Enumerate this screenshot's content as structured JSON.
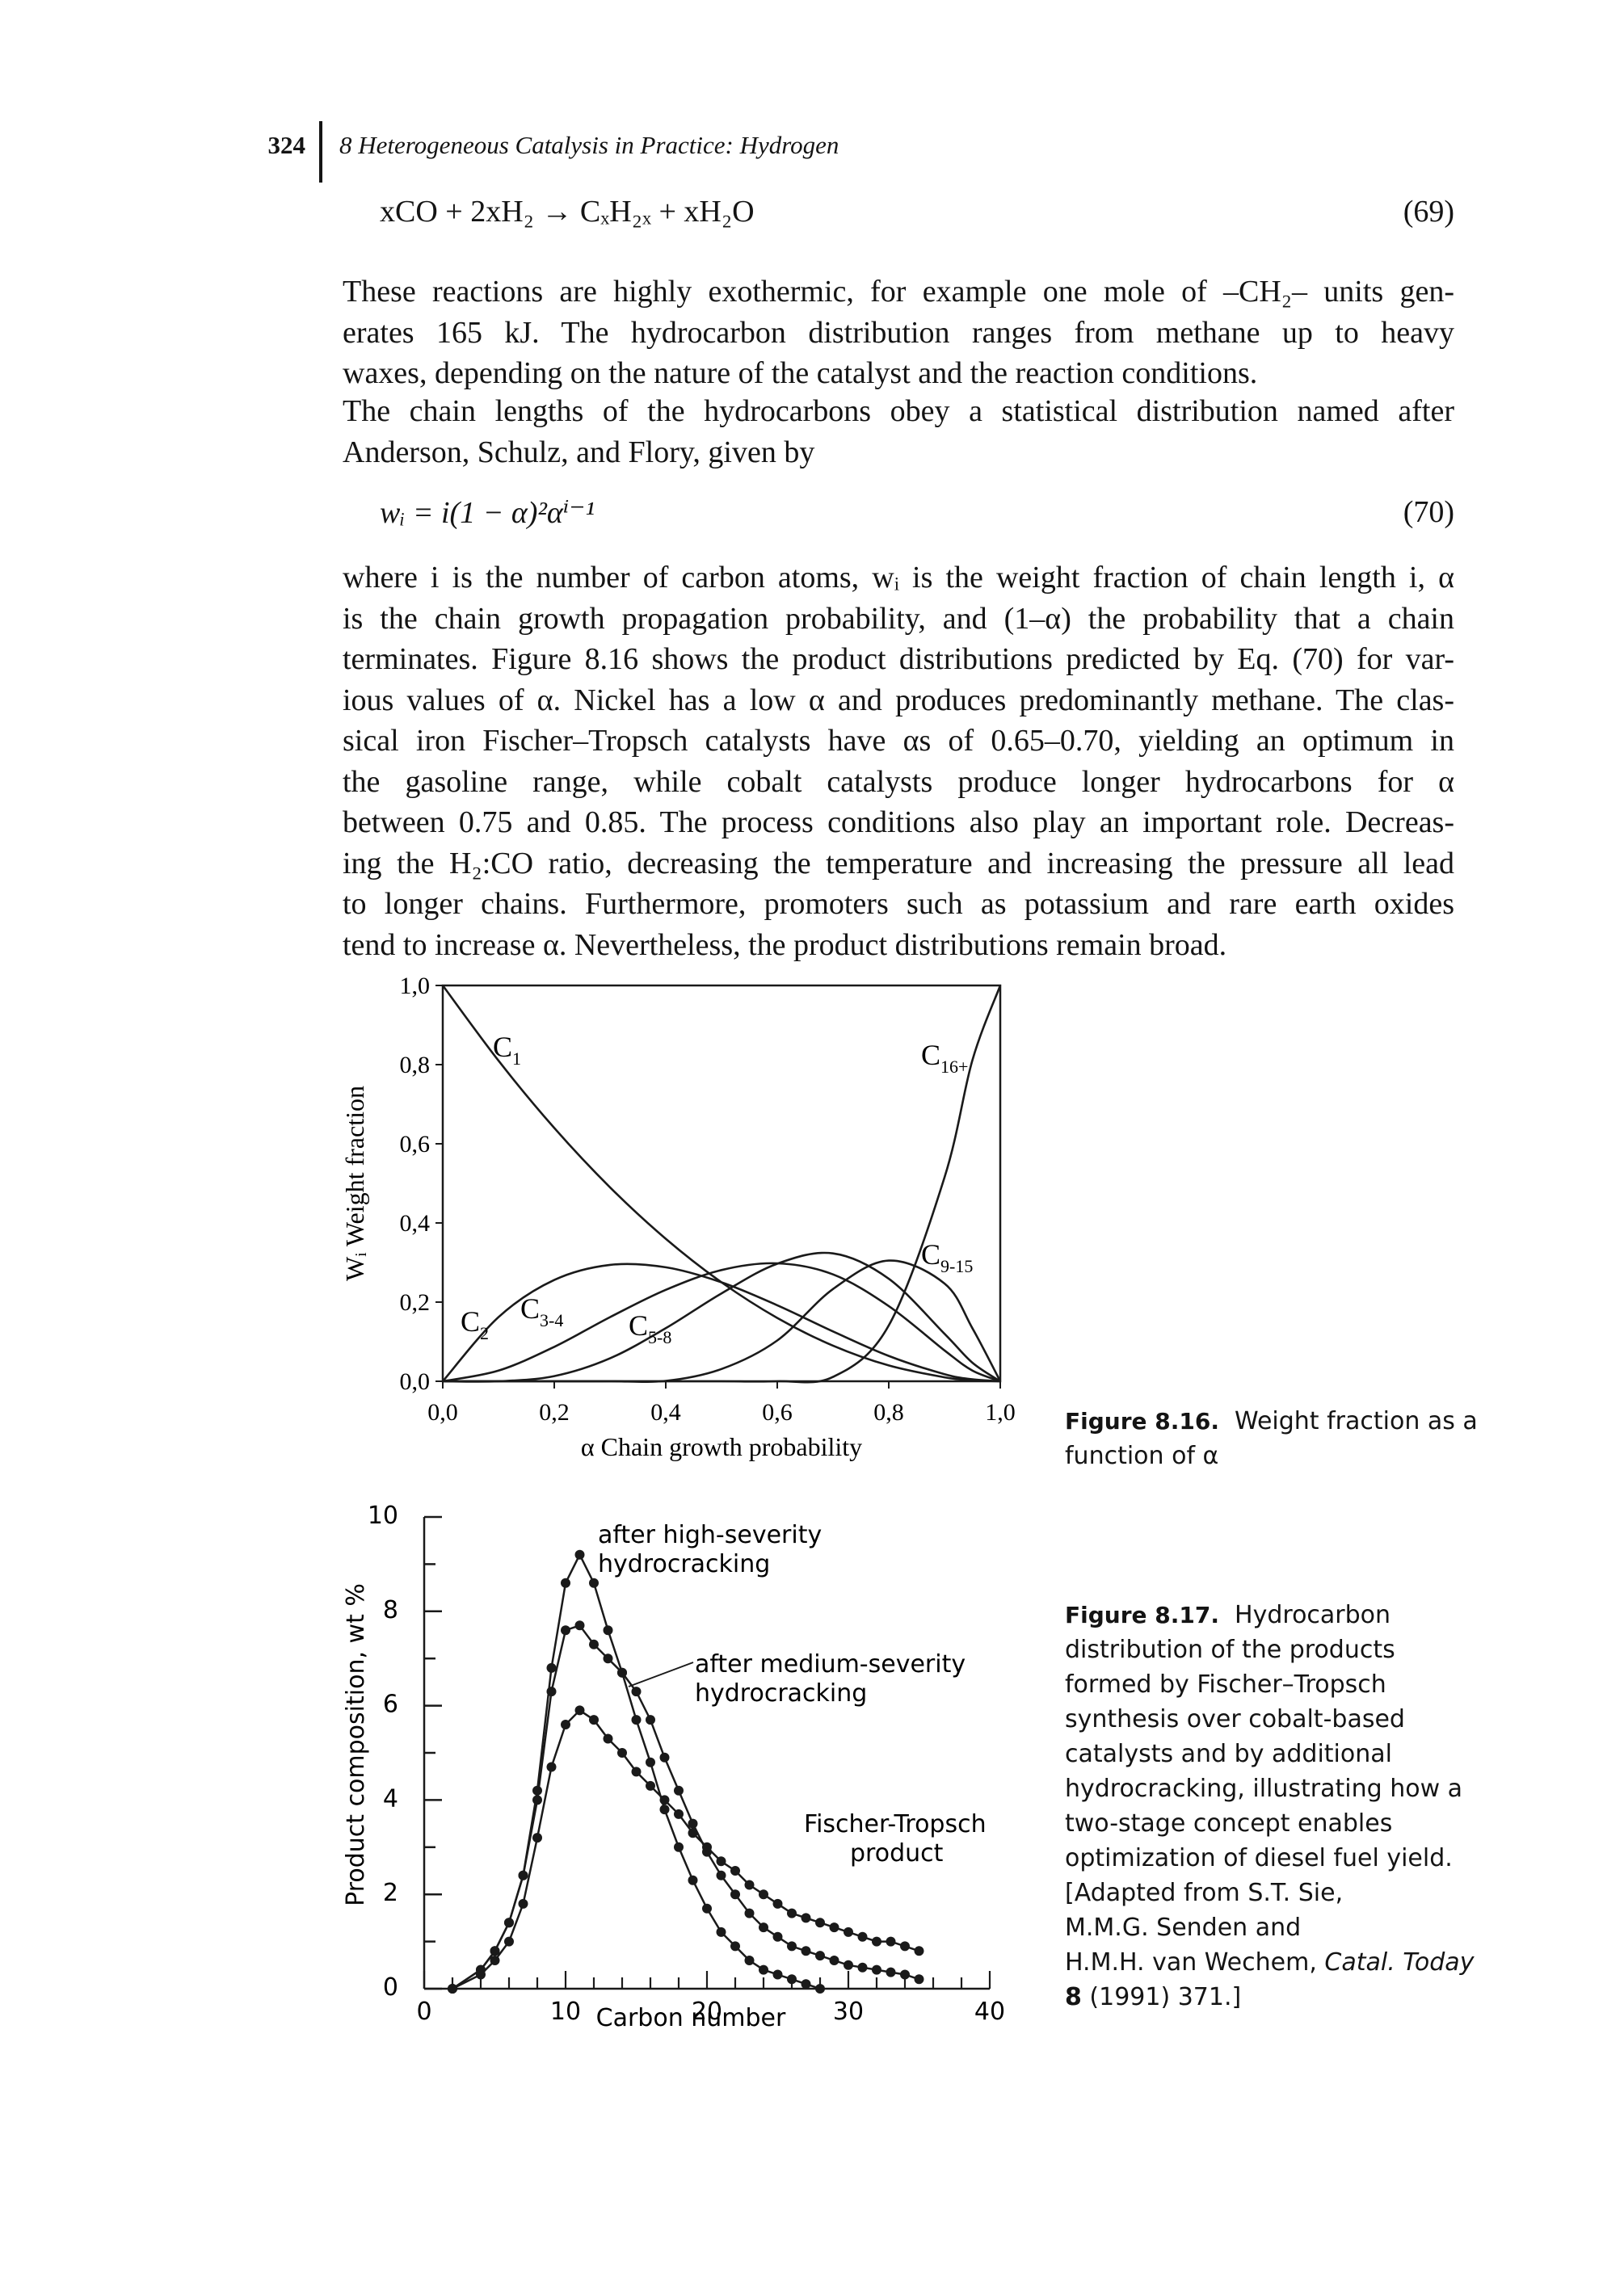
{
  "header": {
    "page_number": "324",
    "running_title": "8 Heterogeneous Catalysis in Practice: Hydrogen"
  },
  "equation_69": {
    "text": "xCO + 2xH₂ → CₓH₂ₓ + xH₂O",
    "number": "(69)"
  },
  "paragraph_1": [
    "These reactions are highly exothermic, for example one mole of –CH₂– units gen-",
    "erates 165 kJ. The hydrocarbon distribution ranges from methane up to heavy",
    "waxes, depending on the nature of the catalyst and the reaction conditions."
  ],
  "paragraph_2": [
    "The chain lengths of the hydrocarbons obey a statistical distribution named after",
    "Anderson, Schulz, and Flory, given by"
  ],
  "equation_70": {
    "text": "wᵢ = i(1 − α)²αⁱ⁻¹",
    "number": "(70)"
  },
  "paragraph_3": [
    "where i is the number of carbon atoms, wᵢ is the weight fraction of chain length i, α",
    "is the chain growth propagation probability, and (1–α) the probability that a chain",
    "terminates. Figure 8.16 shows the product distributions predicted by Eq. (70) for var-",
    "ious values of α. Nickel has a low α and produces predominantly methane. The clas-",
    "sical iron Fischer–Tropsch catalysts have αs of 0.65–0.70, yielding an optimum in",
    "the gasoline range, while cobalt catalysts produce longer hydrocarbons for α",
    "between 0.75 and 0.85. The process conditions also play an important role. Decreas-",
    "ing the H₂:CO ratio, decreasing the temperature and increasing the pressure all lead",
    "to longer chains. Furthermore, promoters such as potassium and rare earth oxides",
    "tend to increase α. Nevertheless, the product distributions remain broad."
  ],
  "figure_8_16": {
    "caption_label": "Figure 8.16.",
    "caption_text": [
      "Weight fraction as a",
      "function of α"
    ],
    "ylabel": "Wᵢ Weight fraction",
    "xlabel": "α Chain growth probability",
    "xticks": [
      "0,0",
      "0,2",
      "0,4",
      "0,6",
      "0,8",
      "1,0"
    ],
    "yticks": [
      "0,0",
      "0,2",
      "0,4",
      "0,6",
      "0,8",
      "1,0"
    ],
    "curve_labels": [
      {
        "base": "C",
        "sub": "1"
      },
      {
        "base": "C",
        "sub": "2"
      },
      {
        "base": "C",
        "sub": "3-4"
      },
      {
        "base": "C",
        "sub": "5-8"
      },
      {
        "base": "C",
        "sub": "9-15"
      },
      {
        "base": "C",
        "sub": "16+"
      }
    ]
  },
  "figure_8_17": {
    "caption_label": "Figure 8.17.",
    "caption_lines": [
      "Hydrocarbon",
      "distribution of the products",
      "formed by Fischer–Tropsch",
      "synthesis over cobalt-based",
      "catalysts and by additional",
      "hydrocracking, illustrating how a",
      "two-stage concept enables",
      "optimization of diesel fuel yield.",
      "[Adapted from S.T. Sie,",
      "M.M.G. Senden and"
    ],
    "caption_ref": {
      "authors": "H.M.H. van Wechem, ",
      "journal": "Catal. Today",
      "volume": "8",
      "rest": " (1991) 371.]"
    },
    "ylabel": "Product composition, wt %",
    "xlabel": "Carbon number",
    "xticks": [
      "0",
      "10",
      "20",
      "30",
      "40"
    ],
    "yticks": [
      "0",
      "2",
      "4",
      "6",
      "8",
      "10"
    ],
    "annotations": {
      "high": [
        "after high-severity",
        "hydrocracking"
      ],
      "medium": [
        "after medium-severity",
        "hydrocracking"
      ],
      "ft": [
        "Fischer-Tropsch",
        "product"
      ]
    }
  },
  "chart_data": [
    {
      "type": "line",
      "title": "",
      "xlabel": "α Chain growth probability",
      "ylabel": "Wᵢ Weight fraction",
      "xlim": [
        0,
        1
      ],
      "ylim": [
        0,
        1
      ],
      "x": [
        0.0,
        0.1,
        0.2,
        0.3,
        0.4,
        0.5,
        0.6,
        0.7,
        0.8,
        0.9,
        0.95,
        1.0
      ],
      "series": [
        {
          "name": "C1",
          "values": [
            1.0,
            0.81,
            0.64,
            0.49,
            0.36,
            0.25,
            0.16,
            0.09,
            0.04,
            0.01,
            0.0025,
            0.0
          ]
        },
        {
          "name": "C2",
          "values": [
            0.0,
            0.162,
            0.256,
            0.294,
            0.288,
            0.25,
            0.192,
            0.126,
            0.064,
            0.018,
            0.005,
            0.0
          ]
        },
        {
          "name": "C3-4",
          "values": [
            0.0,
            0.027,
            0.087,
            0.162,
            0.231,
            0.281,
            0.298,
            0.27,
            0.19,
            0.078,
            0.027,
            0.0
          ]
        },
        {
          "name": "C5-8",
          "values": [
            0.0,
            0.0,
            0.013,
            0.058,
            0.134,
            0.222,
            0.297,
            0.323,
            0.259,
            0.12,
            0.047,
            0.0
          ]
        },
        {
          "name": "C9-15",
          "values": [
            0.0,
            0.0,
            0.0,
            0.0,
            0.001,
            0.031,
            0.103,
            0.233,
            0.305,
            0.247,
            0.134,
            0.0
          ]
        },
        {
          "name": "C16+",
          "values": [
            0.0,
            0.0,
            0.0,
            0.0,
            0.0,
            0.0,
            0.0,
            0.011,
            0.141,
            0.515,
            0.811,
            1.0
          ]
        }
      ]
    },
    {
      "type": "line",
      "title": "",
      "xlabel": "Carbon number",
      "ylabel": "Product composition, wt %",
      "xlim": [
        0,
        40
      ],
      "ylim": [
        0,
        10
      ],
      "series": [
        {
          "name": "after high-severity hydrocracking",
          "x": [
            2,
            4,
            5,
            6,
            7,
            8,
            9,
            10,
            11,
            12,
            13,
            14,
            15,
            16,
            17,
            18,
            19,
            20,
            21,
            22,
            23,
            24,
            25,
            26,
            27,
            28
          ],
          "values": [
            0.0,
            0.4,
            0.8,
            1.4,
            2.4,
            4.2,
            6.8,
            8.6,
            9.2,
            8.6,
            7.6,
            6.7,
            5.7,
            4.8,
            3.8,
            3.0,
            2.3,
            1.7,
            1.2,
            0.9,
            0.6,
            0.4,
            0.3,
            0.2,
            0.1,
            0.0
          ]
        },
        {
          "name": "after medium-severity hydrocracking",
          "x": [
            2,
            4,
            5,
            6,
            7,
            8,
            9,
            10,
            11,
            12,
            13,
            14,
            15,
            16,
            17,
            18,
            19,
            20,
            21,
            22,
            23,
            24,
            25,
            26,
            27,
            28,
            29,
            30,
            31,
            32,
            33,
            34,
            35
          ],
          "values": [
            0.0,
            0.4,
            0.8,
            1.4,
            2.4,
            4.0,
            6.3,
            7.6,
            7.7,
            7.3,
            7.0,
            6.7,
            6.3,
            5.7,
            4.9,
            4.2,
            3.5,
            2.9,
            2.4,
            2.0,
            1.6,
            1.3,
            1.1,
            0.9,
            0.8,
            0.7,
            0.6,
            0.5,
            0.45,
            0.4,
            0.35,
            0.3,
            0.2
          ]
        },
        {
          "name": "Fischer-Tropsch product",
          "x": [
            2,
            4,
            5,
            6,
            7,
            8,
            9,
            10,
            11,
            12,
            13,
            14,
            15,
            16,
            17,
            18,
            19,
            20,
            21,
            22,
            23,
            24,
            25,
            26,
            27,
            28,
            29,
            30,
            31,
            32,
            33,
            34,
            35
          ],
          "values": [
            0.0,
            0.3,
            0.6,
            1.0,
            1.8,
            3.2,
            4.7,
            5.6,
            5.9,
            5.7,
            5.3,
            5.0,
            4.6,
            4.3,
            4.0,
            3.7,
            3.3,
            3.0,
            2.7,
            2.5,
            2.2,
            2.0,
            1.8,
            1.6,
            1.5,
            1.4,
            1.3,
            1.2,
            1.1,
            1.0,
            1.0,
            0.9,
            0.8
          ]
        }
      ]
    }
  ]
}
